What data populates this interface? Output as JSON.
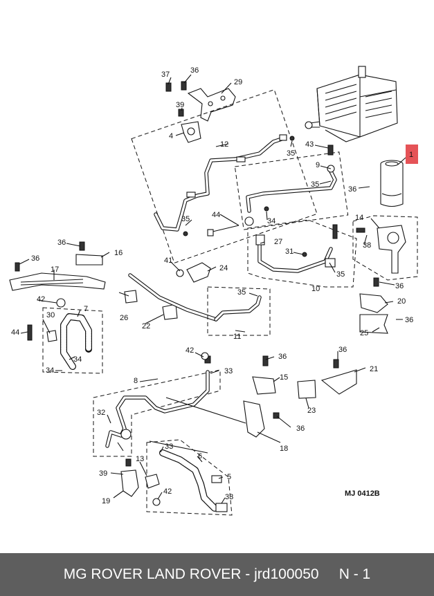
{
  "caption": "MG ROVER LAND ROVER - jrd100050     N - 1",
  "drawing_code": "MJ 0412B",
  "highlight_color": "#e0353a",
  "labels": {
    "n1": "1",
    "n4": "4",
    "n5": "5",
    "n6": "6",
    "n7": "7",
    "n8": "8",
    "n9": "9",
    "n10": "10",
    "n11": "11",
    "n12": "12",
    "n13": "13",
    "n14": "14",
    "n15": "15",
    "n16": "16",
    "n17": "17",
    "n18": "18",
    "n19": "19",
    "n20": "20",
    "n21": "21",
    "n22": "22",
    "n23": "23",
    "n24": "24",
    "n25": "25",
    "n26": "26",
    "n27": "27",
    "n29": "29",
    "n30": "30",
    "n31": "31",
    "n32": "32",
    "n33": "33",
    "n34": "34",
    "n35": "35",
    "n36": "36",
    "n37": "37",
    "n38": "38",
    "n39": "39",
    "n41": "41",
    "n42": "42",
    "n43": "43",
    "n44": "44"
  }
}
